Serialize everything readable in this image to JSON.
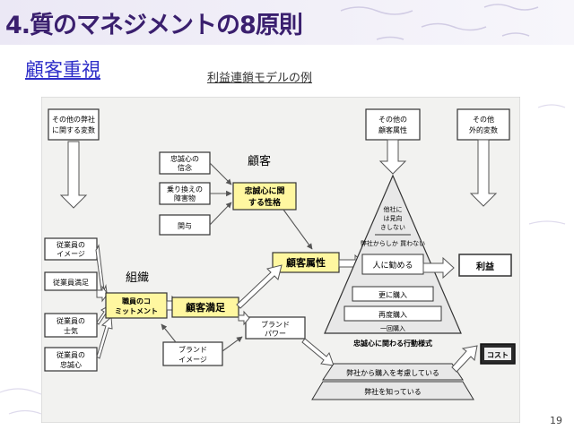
{
  "slide": {
    "title": "4.質のマネジメントの8原則",
    "subtitle": "顧客重視",
    "caption": "利益連鎖モデルの例",
    "page_number": "19"
  },
  "diagram": {
    "other_company_vars": [
      "その他の弊社",
      "に関する変数"
    ],
    "other_customer_attr": [
      "その他の",
      "顧客属性"
    ],
    "other_external_vars": [
      "その他",
      "外的変数"
    ],
    "employee_boxes": [
      [
        "従業員の",
        "イメージ"
      ],
      [
        "従業員満足"
      ],
      [
        "従業員の",
        "士気"
      ],
      [
        "従業員の",
        "忠誠心"
      ]
    ],
    "label_organization": "組織",
    "label_customer": "顧客",
    "commitment": [
      "職員のコ",
      "ミットメント"
    ],
    "satisfaction": "顧客満足",
    "loyalty_inputs": [
      [
        "忠誠心の",
        "信念"
      ],
      [
        "乗り換えの",
        "障害物"
      ],
      [
        "関与"
      ]
    ],
    "loyalty_nature": [
      "忠誠心に関",
      "する性格"
    ],
    "customer_attr": "顧客属性",
    "brand_power": [
      "ブランド",
      "パワー"
    ],
    "brand_image": [
      "ブランド",
      "イメージ"
    ],
    "pyramid": {
      "top": [
        "他社に",
        "は見向",
        "きしない"
      ],
      "tiers": [
        "弊社からしか 買わない",
        "人に勧める",
        "更に購入",
        "再度購入",
        "一回購入"
      ],
      "base_label": "忠誠心に関わる行動様式",
      "base_tiers": [
        "弊社から購入を考慮している",
        "弊社を知っている"
      ]
    },
    "profit": "利益",
    "cost": "コスト"
  },
  "colors": {
    "accent_title": "#3a1f6e",
    "link_blue": "#2d2dc8",
    "highlight_box": "#fff7a0"
  }
}
